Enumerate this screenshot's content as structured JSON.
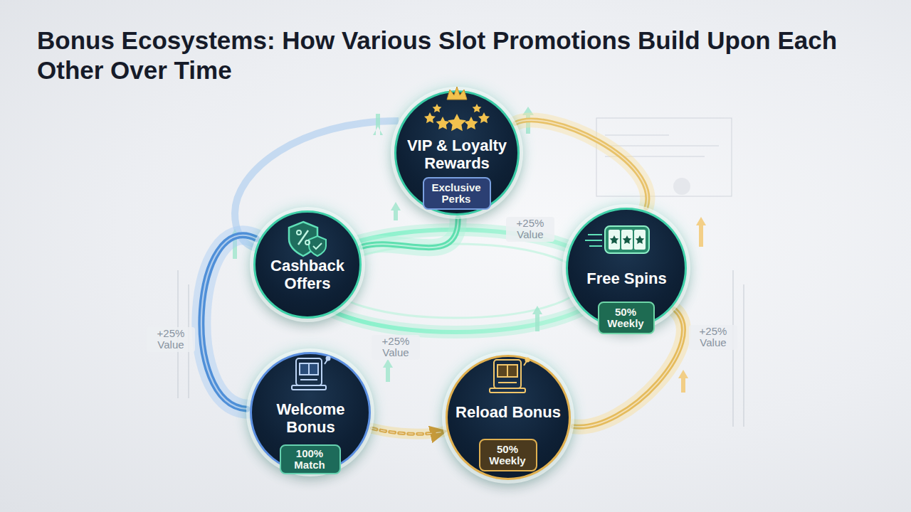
{
  "diagram": {
    "title": "Bonus Ecosystems: How Various Slot Promotions Build Upon Each Other Over Time",
    "nodes": [
      {
        "text": [
          "VIP & Loyalty Rewards"
        ]
      },
      {
        "text": [
          "Exclusive Perks"
        ],
        "in": 0
      },
      {
        "text": [
          "Cashback Offers"
        ]
      },
      {
        "text": [
          "Free Spins"
        ]
      },
      {
        "text": [
          "50% Weekly"
        ],
        "in": 3
      },
      {
        "text": [
          "Welcome Bonus"
        ]
      },
      {
        "text": [
          "100% Match"
        ],
        "in": 5
      },
      {
        "text": [
          "Reload Bonus"
        ]
      },
      {
        "text": [
          "50% Weekly"
        ],
        "in": 7
      }
    ],
    "edges": [
      {
        "from": 5,
        "to": 7,
        "arrow": "to"
      },
      {
        "from": 7,
        "to": 3,
        "arrow": "none"
      },
      {
        "from": 3,
        "to": 0,
        "arrow": "none"
      },
      {
        "from": 0,
        "to": 2,
        "arrow": "none"
      },
      {
        "from": 2,
        "to": 5,
        "arrow": "none"
      }
    ],
    "labels": [
      "+25% Value",
      "+25% Value",
      "+25% Value",
      "+25% Value"
    ]
  }
}
